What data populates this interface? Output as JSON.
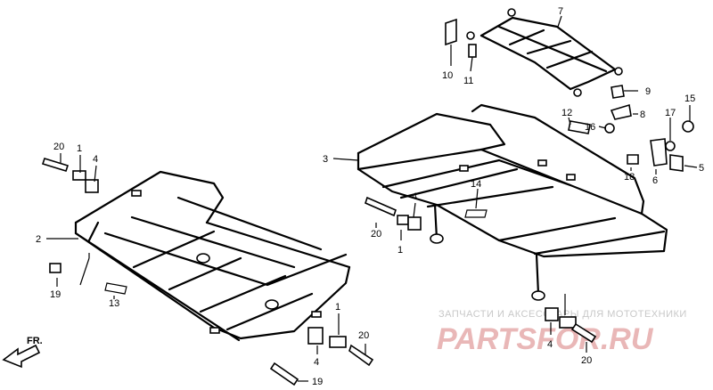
{
  "callouts": {
    "c1a": "1",
    "c1b": "1",
    "c1c": "1",
    "c2": "2",
    "c3": "3",
    "c4a": "4",
    "c4b": "4",
    "c4c": "4",
    "c4d": "4",
    "c5": "5",
    "c6": "6",
    "c7": "7",
    "c8": "8",
    "c9": "9",
    "c10": "10",
    "c11": "11",
    "c12": "12",
    "c13": "13",
    "c14": "14",
    "c15": "15",
    "c16": "16",
    "c17": "17",
    "c18": "18",
    "c19a": "19",
    "c19b": "19",
    "c20a": "20",
    "c20b": "20",
    "c20c": "20",
    "c20d": "20"
  },
  "direction_label": "FR.",
  "watermark": {
    "caption": "ЗАПЧАСТИ И АКСЕССУАРЫ ДЛЯ МОТОТЕХНИКИ",
    "brand": "PARTSFOR.RU",
    "brand_color": "#e9b7b7"
  },
  "colors": {
    "line": "#000000",
    "background": "#ffffff"
  }
}
